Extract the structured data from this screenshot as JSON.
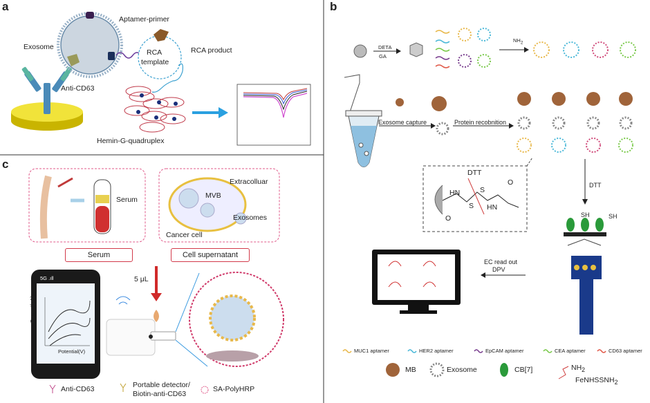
{
  "panels": {
    "a": "a",
    "b": "b",
    "c": "c"
  },
  "panel_a": {
    "exosome": "Exosome",
    "aptamer_primer": "Aptamer-primer",
    "rca_template_1": "RCA",
    "rca_template_2": "template",
    "rca_product": "RCA product",
    "anti_cd63": "Anti-CD63",
    "hemin": "Hemin-G-quadruplex"
  },
  "panel_b": {
    "deta": "DETA",
    "ga": "GA",
    "nh2": "NH",
    "nh2_sub": "2",
    "exosome_capture": "Exosome capture",
    "protein_recombination": "Protein recobnition",
    "dtt_top": "DTT",
    "dtt_side": "DTT",
    "hn1": "HN",
    "hn2": "HN",
    "s1": "S",
    "s2": "S",
    "o1": "O",
    "o2": "O",
    "sh1": "SH",
    "sh2": "SH",
    "ec_read_out": "EC read out",
    "dpv": "DPV",
    "legend_lines": [
      {
        "label": "MUC1 aptamer",
        "color": "#e8b84a"
      },
      {
        "label": "HER2 aptamer",
        "color": "#4ab8d8"
      },
      {
        "label": "EpCAM aptamer",
        "color": "#7a3f8f"
      },
      {
        "label": "CEA aptamer",
        "color": "#7ac94a"
      },
      {
        "label": "CD63 aptamer",
        "color": "#e05a4a"
      }
    ],
    "legend_icons": {
      "mb": "MB",
      "exosome": "Exosome",
      "cb7": "CB[7]",
      "fenh": "FeNHSSNH",
      "fenh_sub": "2",
      "fenh_nh": "NH",
      "fenh_nh_sub": "2"
    }
  },
  "panel_c": {
    "serum_label": "Serum",
    "extracellular": "Extracolluar",
    "mvb": "MVB",
    "exosomes": "Exosomes",
    "cancer_cell": "Cancer cell",
    "serum_box": "Serum",
    "cell_supernatant": "Cell supernatant",
    "volume": "5 μL",
    "phone_status": "5G .ıll",
    "y_axis": "-Current(μA)",
    "x_axis": "Potential(V)",
    "legend_anti": "Anti-CD63",
    "legend_detector_1": "Portable detector/",
    "legend_detector_2": "Biotin-anti-CD63",
    "legend_sa": "SA-PolyHRP"
  }
}
